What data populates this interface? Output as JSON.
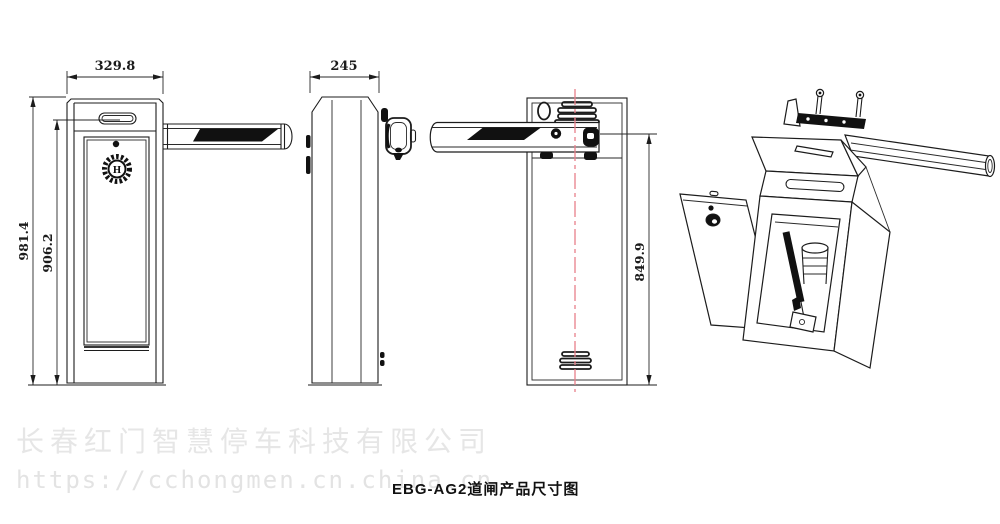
{
  "page": {
    "background": "#ffffff"
  },
  "caption": {
    "text": "EBG-AG2道闸产品尺寸图"
  },
  "watermarks": {
    "company": "长春红门智慧停车科技有限公司",
    "url": "https://cchongmen.cn.china.cn"
  },
  "drawing": {
    "product_model": "EBG-AG2",
    "type": "barrier-gate-dimension-drawing",
    "dimensions": {
      "front_width_mm": "329.8",
      "side_depth_mm": "245",
      "overall_height_mm": "981.4",
      "indicator_height_mm": "906.2",
      "arm_axis_height_mm": "849.9"
    },
    "logo_letter": "H",
    "colors": {
      "line": "#1c1c1c",
      "centerline_red": "#e87f8a",
      "watermark_gray": "#e6e6e6"
    }
  }
}
